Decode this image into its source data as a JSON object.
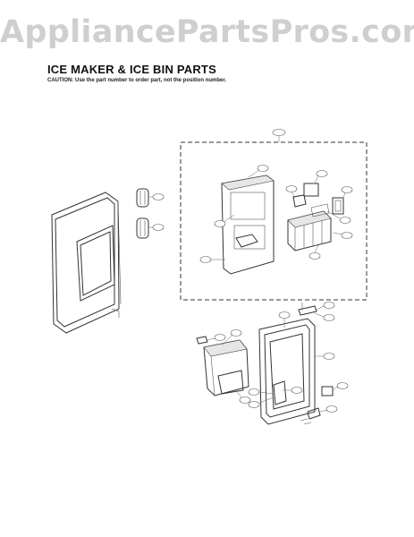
{
  "watermark": "AppliancePartsPros.com",
  "diagram": {
    "title": "ICE MAKER & ICE BIN PARTS",
    "caution": "CAUTION: Use the part number to order part, not the position number."
  }
}
